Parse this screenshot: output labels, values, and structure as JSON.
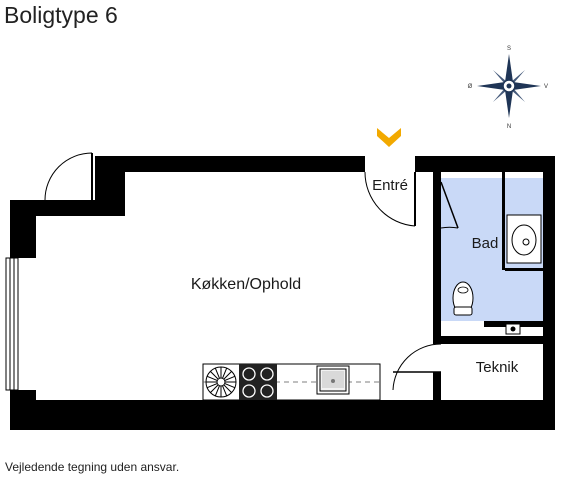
{
  "title": "Boligtype 6",
  "disclaimer": "Vejledende tegning uden ansvar.",
  "rooms": {
    "kitchen_living": "Køkken/Ophold",
    "entrance": "Entré",
    "bathroom": "Bad",
    "technical": "Teknik"
  },
  "compass": {
    "north": "N",
    "south": "S",
    "east": "V",
    "west": "Ø"
  },
  "colors": {
    "wall": "#000000",
    "bathroom_fill": "#c9d9f7",
    "entrance_marker": "#f2a900",
    "fixture_gray": "#d9d9d9"
  }
}
